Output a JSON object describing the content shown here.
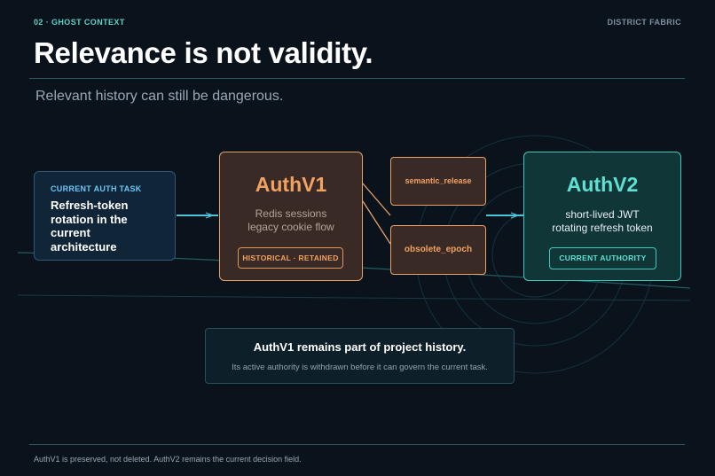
{
  "header": {
    "eyebrow": "02 · GHOST CONTEXT",
    "brand": "DISTRICT FABRIC",
    "title": "Relevance is not validity.",
    "subtitle": "Relevant history can still be dangerous."
  },
  "task": {
    "tag": "CURRENT AUTH TASK",
    "text": "Refresh-token rotation in the current architecture"
  },
  "v1": {
    "name": "AuthV1",
    "line1": "Redis sessions",
    "line2": "legacy cookie flow",
    "badge": "HISTORICAL · RETAINED"
  },
  "tags": {
    "semantic": "semantic_release",
    "obsolete": "obsolete_epoch"
  },
  "v2": {
    "name": "AuthV2",
    "line1": "short-lived JWT",
    "line2": "rotating refresh token",
    "badge": "CURRENT AUTHORITY"
  },
  "note": {
    "title": "AuthV1 remains part of project history.",
    "sub": "Its active authority is withdrawn before it can govern the current task."
  },
  "footer": "AuthV1 is preserved, not deleted. AuthV2 remains the current decision field.",
  "colors": {
    "background": "#0a121c",
    "teal": "#3ec9bd",
    "orange": "#e8a26a",
    "blue": "#6cc6f5"
  }
}
